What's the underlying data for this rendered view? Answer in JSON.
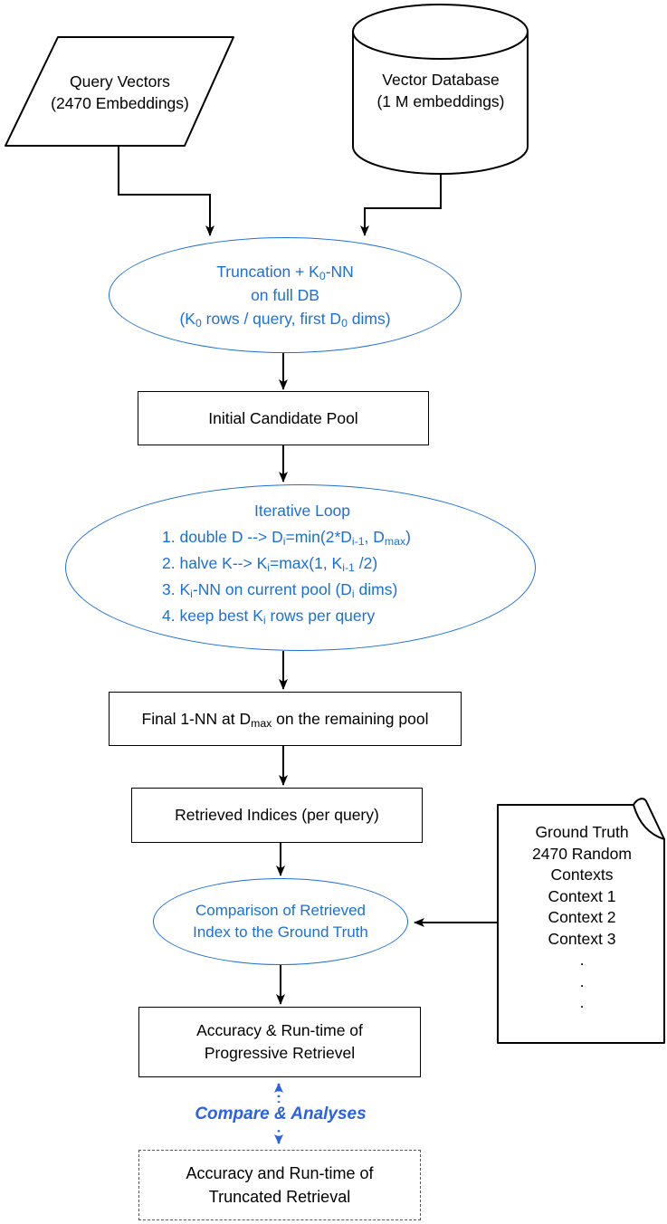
{
  "colors": {
    "accent_blue": "#1B70D8",
    "arrow_blue": "#2B62E2",
    "line_black": "#000000",
    "dashed_border": "#565656"
  },
  "nodes": {
    "query_vectors": {
      "lines": [
        "Query Vectors",
        "(2470 Embeddings)"
      ]
    },
    "vector_db": {
      "lines": [
        "Vector Database",
        "(1 M embeddings)"
      ]
    },
    "truncation": {
      "lines_html": [
        "Truncation + K<sub>0</sub>-NN",
        "on full DB",
        "(K<sub>0</sub> rows / query, first D<sub>0</sub> dims)"
      ]
    },
    "initial_pool": {
      "label": "Initial Candidate Pool"
    },
    "iterative_loop": {
      "title": "Iterative Loop",
      "steps_html": [
        "1. double D --&gt; D<sub>i</sub>=min(2*D<sub>i-1</sub>, D<sub>max</sub>)",
        "2. halve K--&gt; K<sub>i</sub>=max(1, K<sub>i-1</sub> /2)",
        "3. K<sub>i</sub>-NN on current pool (D<sub>i</sub> dims)",
        "4. keep best K<sub>i</sub> rows per query"
      ]
    },
    "final_1nn": {
      "label_html": "Final 1-NN at D<sub>max</sub> on the remaining pool"
    },
    "retrieved_indices": {
      "label": "Retrieved Indices (per query)"
    },
    "comparison": {
      "lines": [
        "Comparison of Retrieved",
        "Index to the Ground Truth"
      ]
    },
    "ground_truth": {
      "lines": [
        "Ground Truth",
        "2470 Random",
        "Contexts",
        "Context 1",
        "Context 2",
        "Context 3",
        ".",
        ".",
        "."
      ]
    },
    "progressive_result": {
      "lines": [
        "Accuracy & Run-time of",
        "Progressive Retrievel"
      ]
    },
    "compare_label": "Compare & Analyses",
    "truncated_result": {
      "lines": [
        "Accuracy and Run-time of",
        "Truncated Retrieval"
      ]
    }
  }
}
